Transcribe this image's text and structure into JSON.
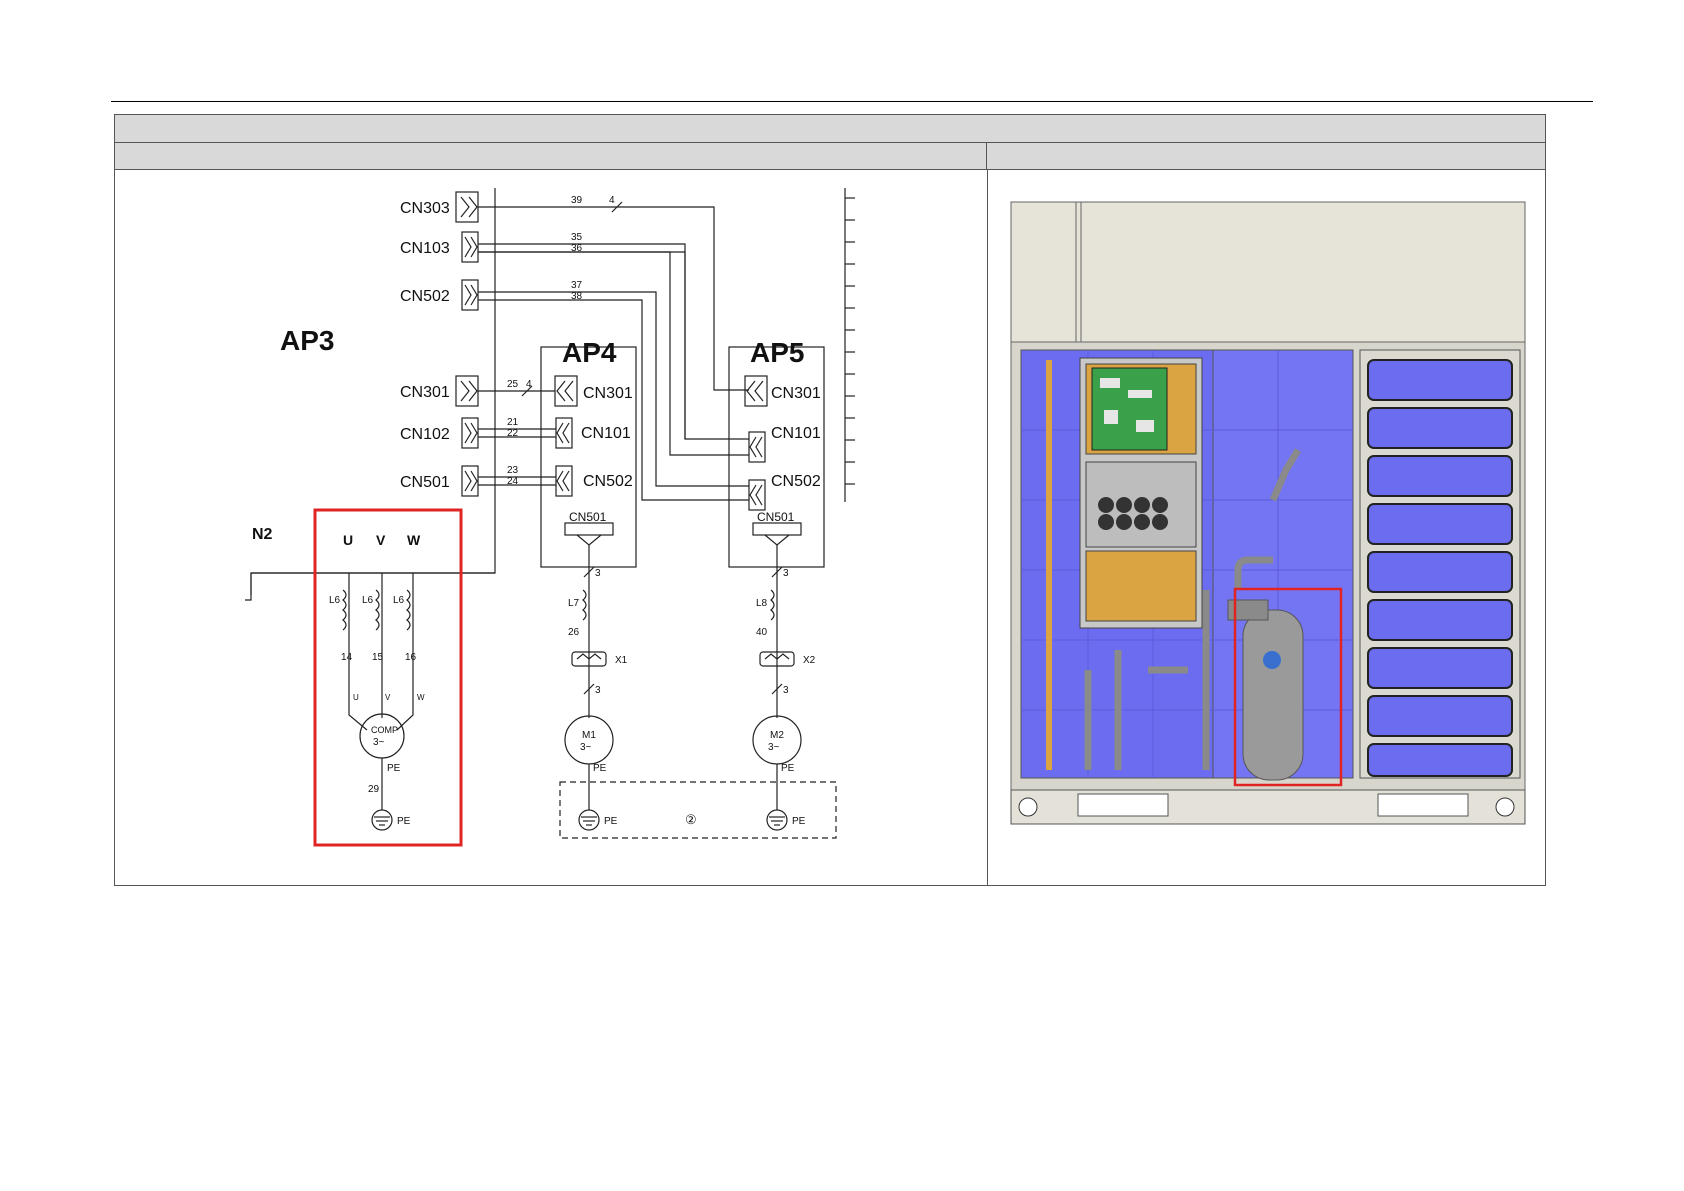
{
  "colors": {
    "highlight": "#e02424",
    "panel_blue": "#6b6cf0",
    "board_orange": "#d9a441"
  },
  "diagram": {
    "ap3": "AP3",
    "ap4": "AP4",
    "ap5": "AP5",
    "n2": "N2",
    "ap3_cn": [
      "CN303",
      "CN103",
      "CN502",
      "CN301",
      "CN102",
      "CN501"
    ],
    "ap4_cn": [
      "CN301",
      "CN101",
      "CN502",
      "CN501"
    ],
    "ap5_cn": [
      "CN301",
      "CN101",
      "CN502",
      "CN501"
    ],
    "wires": {
      "w39": "39",
      "w4a": "4",
      "w35": "35",
      "w36": "36",
      "w37": "37",
      "w38": "38",
      "w25": "25",
      "w4b": "4",
      "w21": "21",
      "w22": "22",
      "w23": "23",
      "w24": "24"
    },
    "comp": {
      "phases": [
        "U",
        "V",
        "W"
      ],
      "inductors": [
        "L6",
        "L6",
        "L6"
      ],
      "nums": [
        "14",
        "15",
        "16"
      ],
      "terms": [
        "U",
        "V",
        "W"
      ],
      "label1": "COMP",
      "label2": "3~",
      "pe": "PE",
      "w29": "29",
      "ground": "PE"
    },
    "m1": {
      "n3a": "3",
      "inductor": "L7",
      "w": "26",
      "conn": "X1",
      "n3b": "3",
      "label1": "M1",
      "label2": "3~",
      "pe": "PE",
      "ground": "PE"
    },
    "m2": {
      "n3a": "3",
      "inductor": "L8",
      "w": "40",
      "conn": "X2",
      "n3b": "3",
      "label1": "M2",
      "label2": "3~",
      "pe": "PE",
      "ground": "PE"
    },
    "group_mark": "②"
  },
  "photo": {
    "caption": ""
  }
}
